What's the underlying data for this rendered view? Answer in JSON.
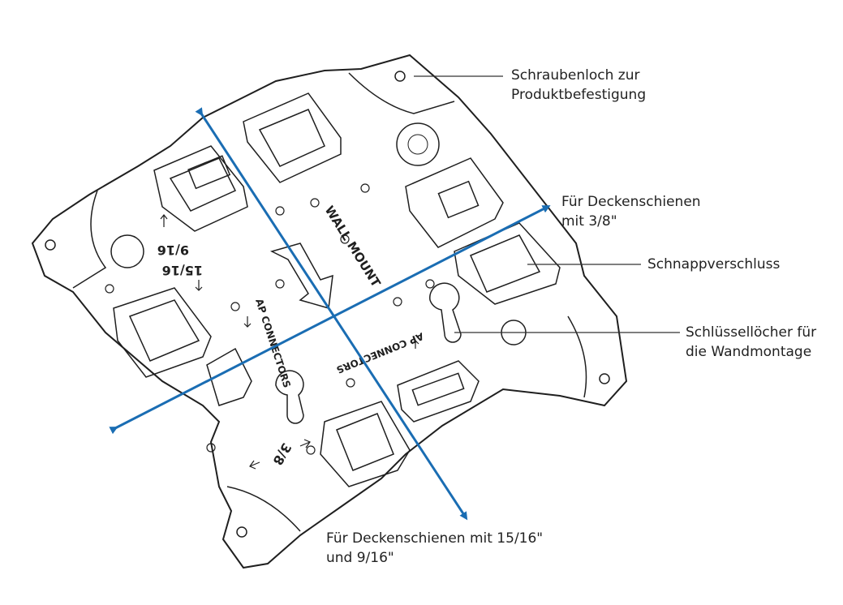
{
  "plate": {
    "wall_mount_label": "WALL MOUNT",
    "fraction_9_16": "9/16",
    "fraction_15_16": "15/16",
    "fraction_3_8": "3/8",
    "ap_connectors_label_1": "AP CONNECTORS",
    "ap_connectors_label_2": "AP CONNECTORS"
  },
  "callouts": {
    "screw_hole": {
      "line1": "Schraubenloch zur",
      "line2": "Produktbefestigung"
    },
    "rail_3_8": {
      "line1": "Für Deckenschienen",
      "line2": "mit 3/8\""
    },
    "snap_lock": {
      "line1": "Schnappverschluss"
    },
    "keyholes": {
      "line1": "Schlüssellöcher für",
      "line2": "die Wandmontage"
    },
    "rail_15_16": {
      "line1": "Für Deckenschienen mit 15/16\"",
      "line2": "und 9/16\""
    }
  },
  "colors": {
    "arrow": "#1a6db3",
    "outline": "#1f1f1f",
    "leader": "#333333"
  }
}
